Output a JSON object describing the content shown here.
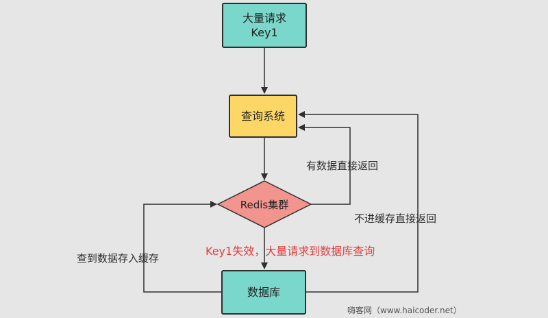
{
  "nodes": {
    "request_line1": "大量请求",
    "request_line2": "Key1",
    "query": "查询系统",
    "redis": "Redis集群",
    "database": "数据库"
  },
  "edge_labels": {
    "direct_return": "有数据直接返回",
    "no_cache_return": "不进缓存直接返回",
    "store_cache": "查到数据存入缓存",
    "key_fail": "Key1失效，大量请求到数据库查询"
  },
  "watermark": "嗨客网（www.haicoder.net）",
  "colors": {
    "request_fill": "#7ad7cb",
    "query_fill": "#fdd766",
    "redis_fill": "#f3958f",
    "database_fill": "#7ad7cb",
    "highlight_text": "#e53b3b"
  }
}
